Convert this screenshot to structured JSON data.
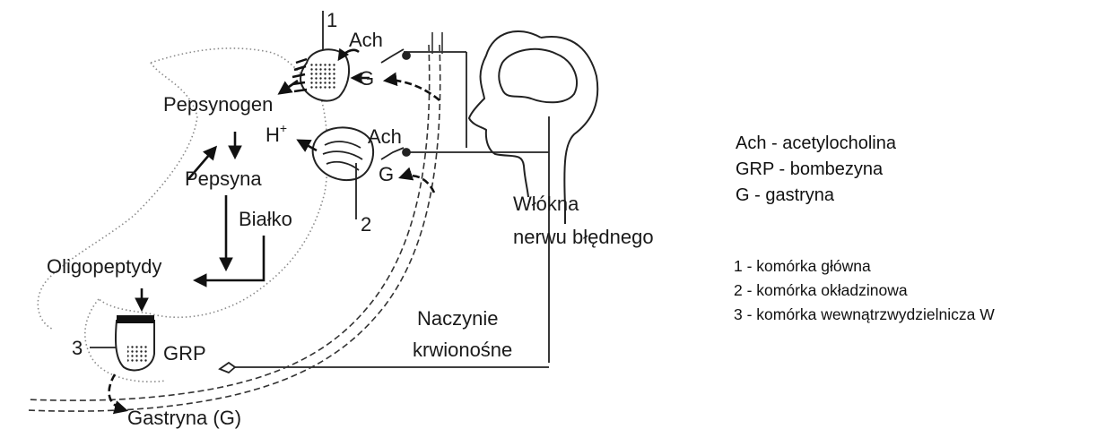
{
  "labels": {
    "cell_1_number": "1",
    "cell_2_number": "2",
    "cell_3_number": "3",
    "ach_top": "Ach",
    "g_top": "G",
    "ach_mid": "Ach",
    "g_mid": "G",
    "pepsynogen": "Pepsynogen",
    "h_plus_base": "H",
    "h_plus_sup": "+",
    "pepsyna": "Pepsyna",
    "bialko": "Białko",
    "oligopeptydy": "Oligopeptydy",
    "grp": "GRP",
    "gastryna": "Gastryna (G)",
    "naczynie_line1": "Naczynie",
    "naczynie_line2": "krwionośne",
    "wlokna_line1": "Włókna",
    "wlokna_line2": "nerwu błędnego"
  },
  "legend_abbreviations": [
    "Ach - acetylocholina",
    "GRP - bombezyna",
    "G - gastryna"
  ],
  "legend_cells": [
    "1 - komórka główna",
    "2 - komórka okładzinowa",
    "3 - komórka wewnątrzwydzielnicza W"
  ]
}
